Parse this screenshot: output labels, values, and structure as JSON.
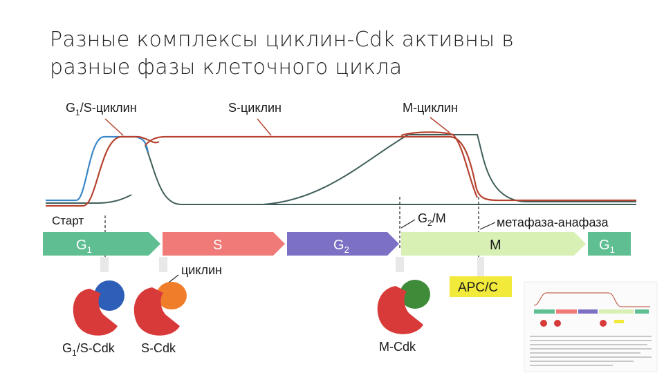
{
  "title": {
    "line1": "Разные комплексы циклин-Cdk активны в",
    "line2": "разные фазы клеточного цикла"
  },
  "curves": {
    "g1s": {
      "label_main": "G",
      "label_sub": "1",
      "label_rest": "/S-циклин",
      "color": "#3a86c8"
    },
    "s": {
      "label": "S-циклин",
      "color": "#b5432f"
    },
    "m": {
      "label": "M-циклин",
      "color": "#b5432f"
    },
    "baseline_color": "#3f5e5a"
  },
  "markers": {
    "start": "Старт",
    "g2m_main": "G",
    "g2m_sub": "2",
    "g2m_rest": "/M",
    "metaphase": "метафаза-анафаза"
  },
  "phases": {
    "g1": {
      "main": "G",
      "sub": "1",
      "color": "#5fbf93"
    },
    "s": {
      "label": "S",
      "color": "#f07a78"
    },
    "g2": {
      "main": "G",
      "sub": "2",
      "color": "#7b70c4"
    },
    "m": {
      "label": "M",
      "color": "#d8f0b4"
    },
    "g1_end": {
      "main": "G",
      "sub": "1",
      "color": "#5fbf93"
    }
  },
  "cyclin_label": "циклин",
  "apc": {
    "label": "APC/C",
    "color": "#f2ea3a"
  },
  "complexes": {
    "g1s": {
      "main": "G",
      "sub": "1",
      "rest": "/S-Cdk",
      "cyclin_color": "#2e5fb8"
    },
    "s": {
      "label": "S-Cdk",
      "cyclin_color": "#f07d2a"
    },
    "m": {
      "label": "M-Cdk",
      "cyclin_color": "#3e8c3a"
    }
  },
  "cdk_color": "#d83a3a"
}
